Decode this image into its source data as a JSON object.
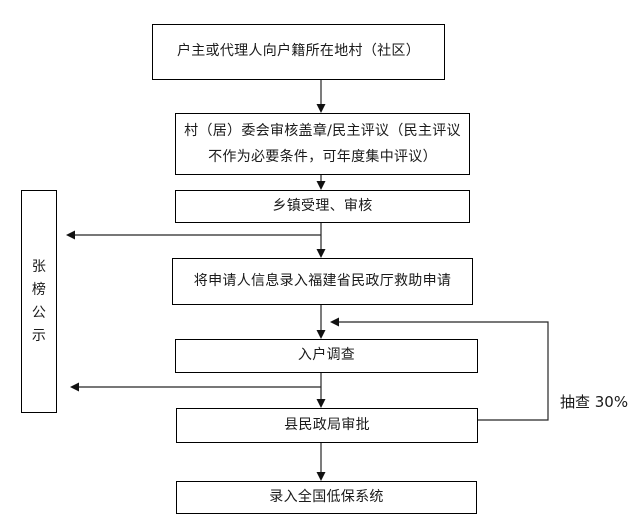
{
  "flowchart": {
    "nodes": {
      "applicant": {
        "label": "户主或代理人向户籍所在地村（社区）"
      },
      "village_committee": {
        "line1": "村（居）委会审核盖章/民主评议（民主评议",
        "line2": "不作为必要条件，可年度集中评议）"
      },
      "township": {
        "label": "乡镇受理、审核"
      },
      "info_entry": {
        "label": "将申请人信息录入福建省民政厅救助申请"
      },
      "home_visit": {
        "label": "入户调查"
      },
      "county_approval": {
        "label": "县民政局审批"
      },
      "national_system": {
        "label": "录入全国低保系统"
      },
      "public_notice": {
        "label": "张榜公示"
      }
    },
    "annotations": {
      "spot_check_label": "抽查 30%"
    },
    "edges": [
      {
        "from": "applicant",
        "to": "village_committee"
      },
      {
        "from": "village_committee",
        "to": "township"
      },
      {
        "from": "township",
        "to": "info_entry"
      },
      {
        "from": "township",
        "to": "public_notice"
      },
      {
        "from": "info_entry",
        "to": "home_visit"
      },
      {
        "from": "home_visit",
        "to": "county_approval"
      },
      {
        "from": "home_visit",
        "to": "public_notice"
      },
      {
        "from": "county_approval",
        "to": "info_entry_home_visit_junction",
        "label": "抽查 30%"
      },
      {
        "from": "county_approval",
        "to": "national_system"
      }
    ],
    "colors": {
      "line": "#262626",
      "border": "#000000",
      "text": "#1a1a1a",
      "background": "#ffffff"
    }
  }
}
